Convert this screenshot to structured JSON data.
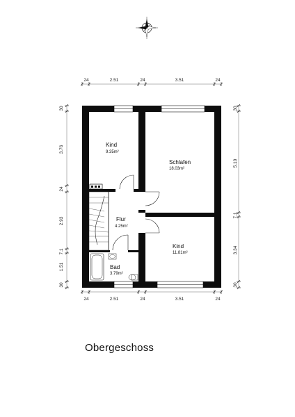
{
  "compass": {
    "icon": "compass-rose-icon"
  },
  "floor_label": "Obergeschoss",
  "dimensions": {
    "top": [
      "24",
      "2.51",
      "24",
      "3.51",
      "24"
    ],
    "bottom": [
      "24",
      "2.51",
      "24",
      "3.51",
      "24"
    ],
    "left": [
      "30",
      "3.76",
      "24",
      "2.93",
      "7.1",
      "1.51",
      "30"
    ],
    "right": [
      "30",
      "5.10",
      "7.1",
      "3.34",
      "30"
    ]
  },
  "rooms": [
    {
      "name": "Kind",
      "area": "9.35m²"
    },
    {
      "name": "Schlafen",
      "area": "18.03m²"
    },
    {
      "name": "Flur",
      "area": "4.25m²"
    },
    {
      "name": "Kind",
      "area": "11.81m²"
    },
    {
      "name": "Bad",
      "area": "3.79m²"
    }
  ]
}
